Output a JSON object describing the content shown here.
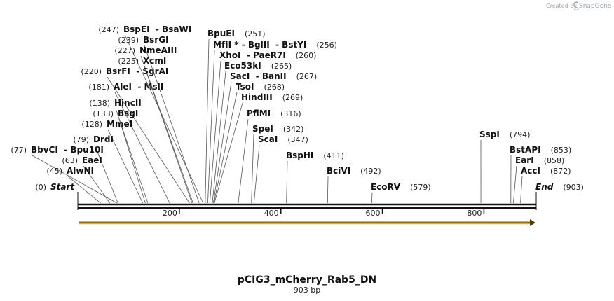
{
  "credit": {
    "prefix": "Created by",
    "brand": "SnapGene"
  },
  "map": {
    "name": "pCIG3_mCherry_Rab5_DN",
    "size_label": "903 bp",
    "length": 903,
    "ruler_ticks": [
      200,
      400,
      600,
      800
    ],
    "feature_color": "#e8a92b"
  },
  "sites": [
    {
      "label": "BspEI  - BsaWI",
      "num": "(247)",
      "pos": 247
    },
    {
      "label": "BpuEI",
      "num": "(251)",
      "pos": 251
    },
    {
      "label": "BsrGI",
      "num": "(239)",
      "pos": 239
    },
    {
      "label": "MfII * - BglII  - BstYI",
      "num": "(256)",
      "pos": 256
    },
    {
      "label": "NmeAIII",
      "num": "(227)",
      "pos": 227
    },
    {
      "label": "XhoI  - PaeR7I",
      "num": "(260)",
      "pos": 260
    },
    {
      "label": "XcmI",
      "num": "(225)",
      "pos": 225
    },
    {
      "label": "Eco53kI",
      "num": "(265)",
      "pos": 265
    },
    {
      "label": "BsrFI  - SgrAI",
      "num": "(220)",
      "pos": 220
    },
    {
      "label": "SacI  - BanII",
      "num": "(267)",
      "pos": 267
    },
    {
      "label": "TsoI",
      "num": "(268)",
      "pos": 268
    },
    {
      "label": "AleI  - MslI",
      "num": "(181)",
      "pos": 181
    },
    {
      "label": "HindIII",
      "num": "(269)",
      "pos": 269
    },
    {
      "label": "HincII",
      "num": "(138)",
      "pos": 138
    },
    {
      "label": "BsgI",
      "num": "(133)",
      "pos": 133
    },
    {
      "label": "PflMI",
      "num": "(316)",
      "pos": 316
    },
    {
      "label": "MmeI",
      "num": "(128)",
      "pos": 128
    },
    {
      "label": "SpeI",
      "num": "(342)",
      "pos": 342
    },
    {
      "label": "SspI",
      "num": "(794)",
      "pos": 794
    },
    {
      "label": "DrdI",
      "num": "(79)",
      "pos": 79
    },
    {
      "label": "ScaI",
      "num": "(347)",
      "pos": 347
    },
    {
      "label": "BbvCI  - Bpu10I",
      "num": "(77)",
      "pos": 77
    },
    {
      "label": "BstAPI",
      "num": "(853)",
      "pos": 853
    },
    {
      "label": "BspHI",
      "num": "(411)",
      "pos": 411
    },
    {
      "label": "EaeI",
      "num": "(63)",
      "pos": 63
    },
    {
      "label": "EarI",
      "num": "(858)",
      "pos": 858
    },
    {
      "label": "AlwNI",
      "num": "(45)",
      "pos": 45
    },
    {
      "label": "BciVI",
      "num": "(492)",
      "pos": 492
    },
    {
      "label": "AccI",
      "num": "(872)",
      "pos": 872
    },
    {
      "label": "EcoRV",
      "num": "(579)",
      "pos": 579
    },
    {
      "label": "Start",
      "num": "(0)",
      "pos": 0,
      "italic": true
    },
    {
      "label": "End",
      "num": "(903)",
      "pos": 903,
      "italic": true
    }
  ]
}
